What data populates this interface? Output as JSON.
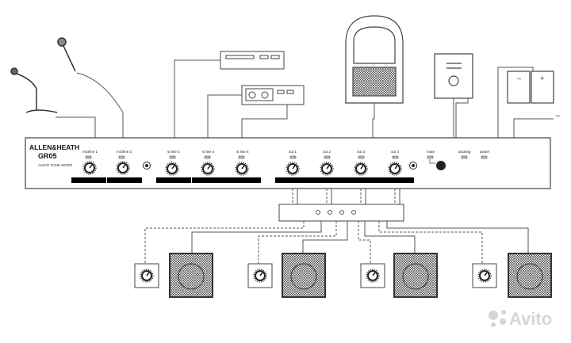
{
  "mixer": {
    "brand": "ALLEN&HEATH",
    "model": "GR05",
    "subtitle": "AUDIO ZONE MIXER",
    "inputs": [
      {
        "label": "mic/line 1"
      },
      {
        "label": "mic/line 2"
      },
      {
        "label": "st line 3"
      },
      {
        "label": "st line 4"
      },
      {
        "label": "st line 5"
      }
    ],
    "outputs": [
      {
        "label": "out 1"
      },
      {
        "label": "out 2"
      },
      {
        "label": "out 3"
      },
      {
        "label": "out 4"
      }
    ],
    "status": [
      {
        "label": "mute"
      },
      {
        "label": "ducking"
      },
      {
        "label": "power"
      }
    ]
  },
  "watermark": {
    "text": "Avito"
  },
  "colors": {
    "line": "#555555",
    "panel": "#ffffff",
    "strip": "#000000",
    "watermark": "#d0d0d0"
  }
}
